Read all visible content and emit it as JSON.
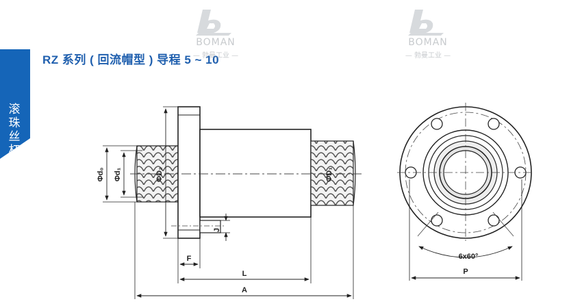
{
  "side_tab": {
    "label": "滚\n珠\n丝\n杠",
    "color": "#1565b8"
  },
  "header": {
    "title": "RZ 系列 ( 回流帽型 ) 导程 5 ~ 10",
    "title_color": "#1f5fae"
  },
  "watermarks": [
    {
      "brand": "BOMAN",
      "subtitle": "— 勃曼工业 —"
    },
    {
      "brand": "BOMAN",
      "subtitle": "— 勃曼工业 —"
    }
  ],
  "dimensions": {
    "A": "A",
    "L": "L",
    "F": "F",
    "J": "J",
    "P": "P",
    "d0": "Φd₀",
    "d1": "Φd₁",
    "D2": "ΦD₂",
    "D1": "ΦD₁",
    "holes": "6x60°"
  }
}
